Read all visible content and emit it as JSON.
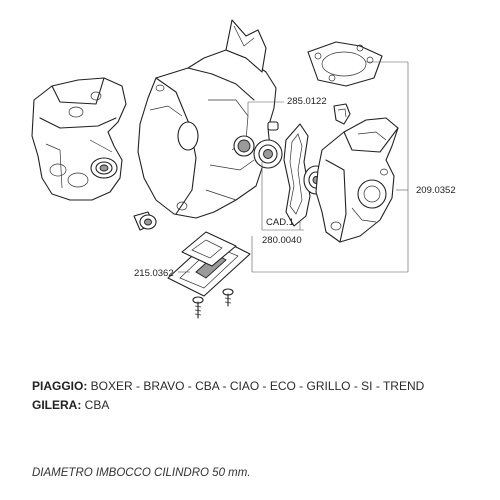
{
  "diagram": {
    "part_numbers": {
      "p285": "285.0122",
      "p209": "209.0352",
      "cad": "CAD.1",
      "p280": "280.0040",
      "p215": "215.0362"
    }
  },
  "compat": [
    {
      "brand": "PIAGGIO:",
      "models": " BOXER - BRAVO - CBA - CIAO - ECO - GRILLO - SI - TREND"
    },
    {
      "brand": "GILERA:",
      "models": " CBA"
    }
  ],
  "note": "DIAMETRO IMBOCCO CILINDRO 50 mm."
}
